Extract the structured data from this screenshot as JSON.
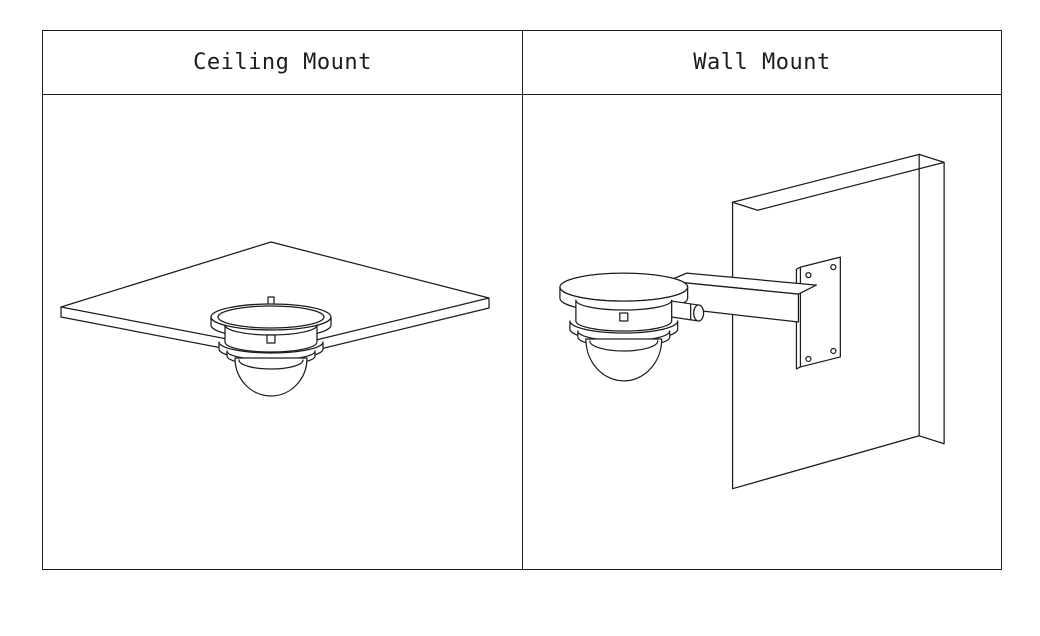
{
  "table": {
    "columns": [
      {
        "id": "ceiling",
        "label": "Ceiling Mount",
        "illustration": "ceiling-mount-line-drawing"
      },
      {
        "id": "wall",
        "label": "Wall Mount",
        "illustration": "wall-mount-line-drawing"
      }
    ]
  },
  "colors": {
    "line": "#1c1c1c",
    "bg": "#ffffff"
  }
}
